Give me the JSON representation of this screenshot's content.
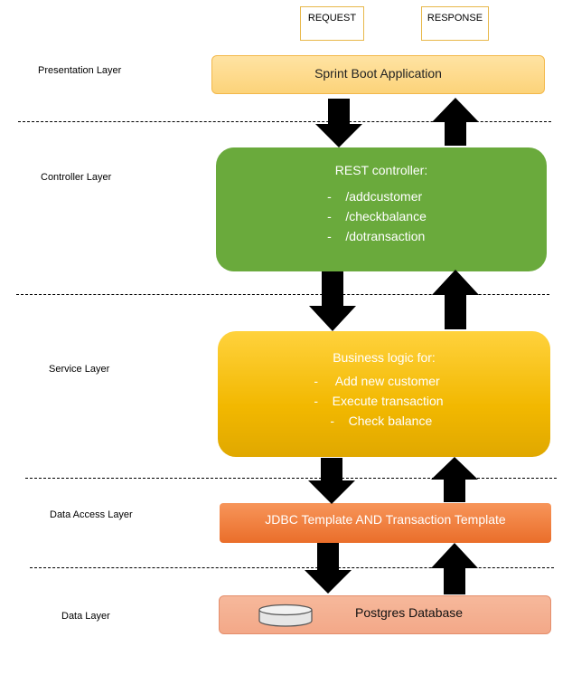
{
  "header": {
    "request": "REQUEST",
    "response": "RESPONSE"
  },
  "layers": {
    "presentation": "Presentation Layer",
    "controller": "Controller Layer",
    "service": "Service Layer",
    "data_access": "Data Access Layer",
    "data": "Data Layer"
  },
  "app_box": {
    "label": "Sprint Boot Application"
  },
  "controller_box": {
    "title": "REST controller:",
    "items": [
      "-    /addcustomer",
      "-    /checkbalance",
      "-    /dotransaction"
    ]
  },
  "service_box": {
    "title": "Business logic for:",
    "items": [
      "-     Add new customer",
      "-    Execute transaction",
      "-    Check balance"
    ]
  },
  "dao_box": {
    "label": "JDBC Template AND Transaction Template"
  },
  "db_box": {
    "label": "Postgres Database",
    "icon": "database-icon"
  },
  "colors": {
    "app_fill": "#fcd37a",
    "controller_fill": "#6aaa3c",
    "service_fill": "#f2b800",
    "dao_fill": "#ea6e2a",
    "db_fill": "#f3a888",
    "arrow": "#000000"
  }
}
